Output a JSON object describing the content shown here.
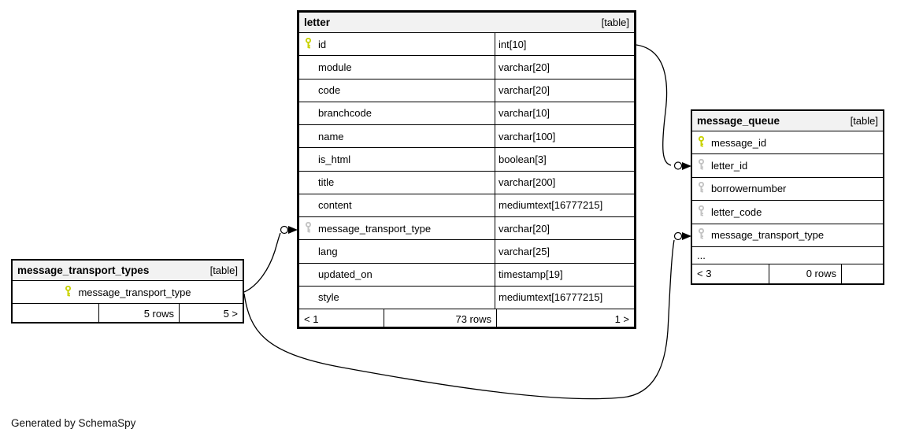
{
  "diagram": {
    "generator_note": "Generated by SchemaSpy",
    "colors": {
      "primary_key": "#c9d200",
      "foreign_key": "#c3c3c3",
      "header_bg": "#f2f2f2",
      "border": "#000000"
    },
    "tables": [
      {
        "id": "letter",
        "title": "letter",
        "badge": "[table]",
        "focus": true,
        "two_columns": true,
        "columns": [
          {
            "name": "id",
            "type": "int[10]",
            "key": "primary"
          },
          {
            "name": "module",
            "type": "varchar[20]",
            "key": "none"
          },
          {
            "name": "code",
            "type": "varchar[20]",
            "key": "none"
          },
          {
            "name": "branchcode",
            "type": "varchar[10]",
            "key": "none"
          },
          {
            "name": "name",
            "type": "varchar[100]",
            "key": "none"
          },
          {
            "name": "is_html",
            "type": "boolean[3]",
            "key": "none"
          },
          {
            "name": "title",
            "type": "varchar[200]",
            "key": "none"
          },
          {
            "name": "content",
            "type": "mediumtext[16777215]",
            "key": "none"
          },
          {
            "name": "message_transport_type",
            "type": "varchar[20]",
            "key": "foreign"
          },
          {
            "name": "lang",
            "type": "varchar[25]",
            "key": "none"
          },
          {
            "name": "updated_on",
            "type": "timestamp[19]",
            "key": "none"
          },
          {
            "name": "style",
            "type": "mediumtext[16777215]",
            "key": "none"
          }
        ],
        "footer": [
          "< 1",
          "73 rows",
          "1 >"
        ]
      },
      {
        "id": "message_queue",
        "title": "message_queue",
        "badge": "[table]",
        "focus": false,
        "two_columns": false,
        "columns": [
          {
            "name": "message_id",
            "key": "primary"
          },
          {
            "name": "letter_id",
            "key": "foreign"
          },
          {
            "name": "borrowernumber",
            "key": "foreign"
          },
          {
            "name": "letter_code",
            "key": "foreign"
          },
          {
            "name": "message_transport_type",
            "key": "foreign"
          }
        ],
        "ellipsis": "...",
        "footer": [
          "< 3",
          "0 rows",
          ""
        ]
      },
      {
        "id": "message_transport_types",
        "title": "message_transport_types",
        "badge": "[table]",
        "focus": false,
        "two_columns": false,
        "center_names": true,
        "columns": [
          {
            "name": "message_transport_type",
            "key": "primary"
          }
        ],
        "footer": [
          "",
          "5 rows",
          "5 >"
        ]
      }
    ],
    "relationships": [
      {
        "from": "letter.id",
        "to": "message_queue.letter_id"
      },
      {
        "from": "message_transport_types.message_transport_type",
        "to": "letter.message_transport_type"
      },
      {
        "from": "message_transport_types.message_transport_type",
        "to": "message_queue.message_transport_type"
      }
    ]
  }
}
